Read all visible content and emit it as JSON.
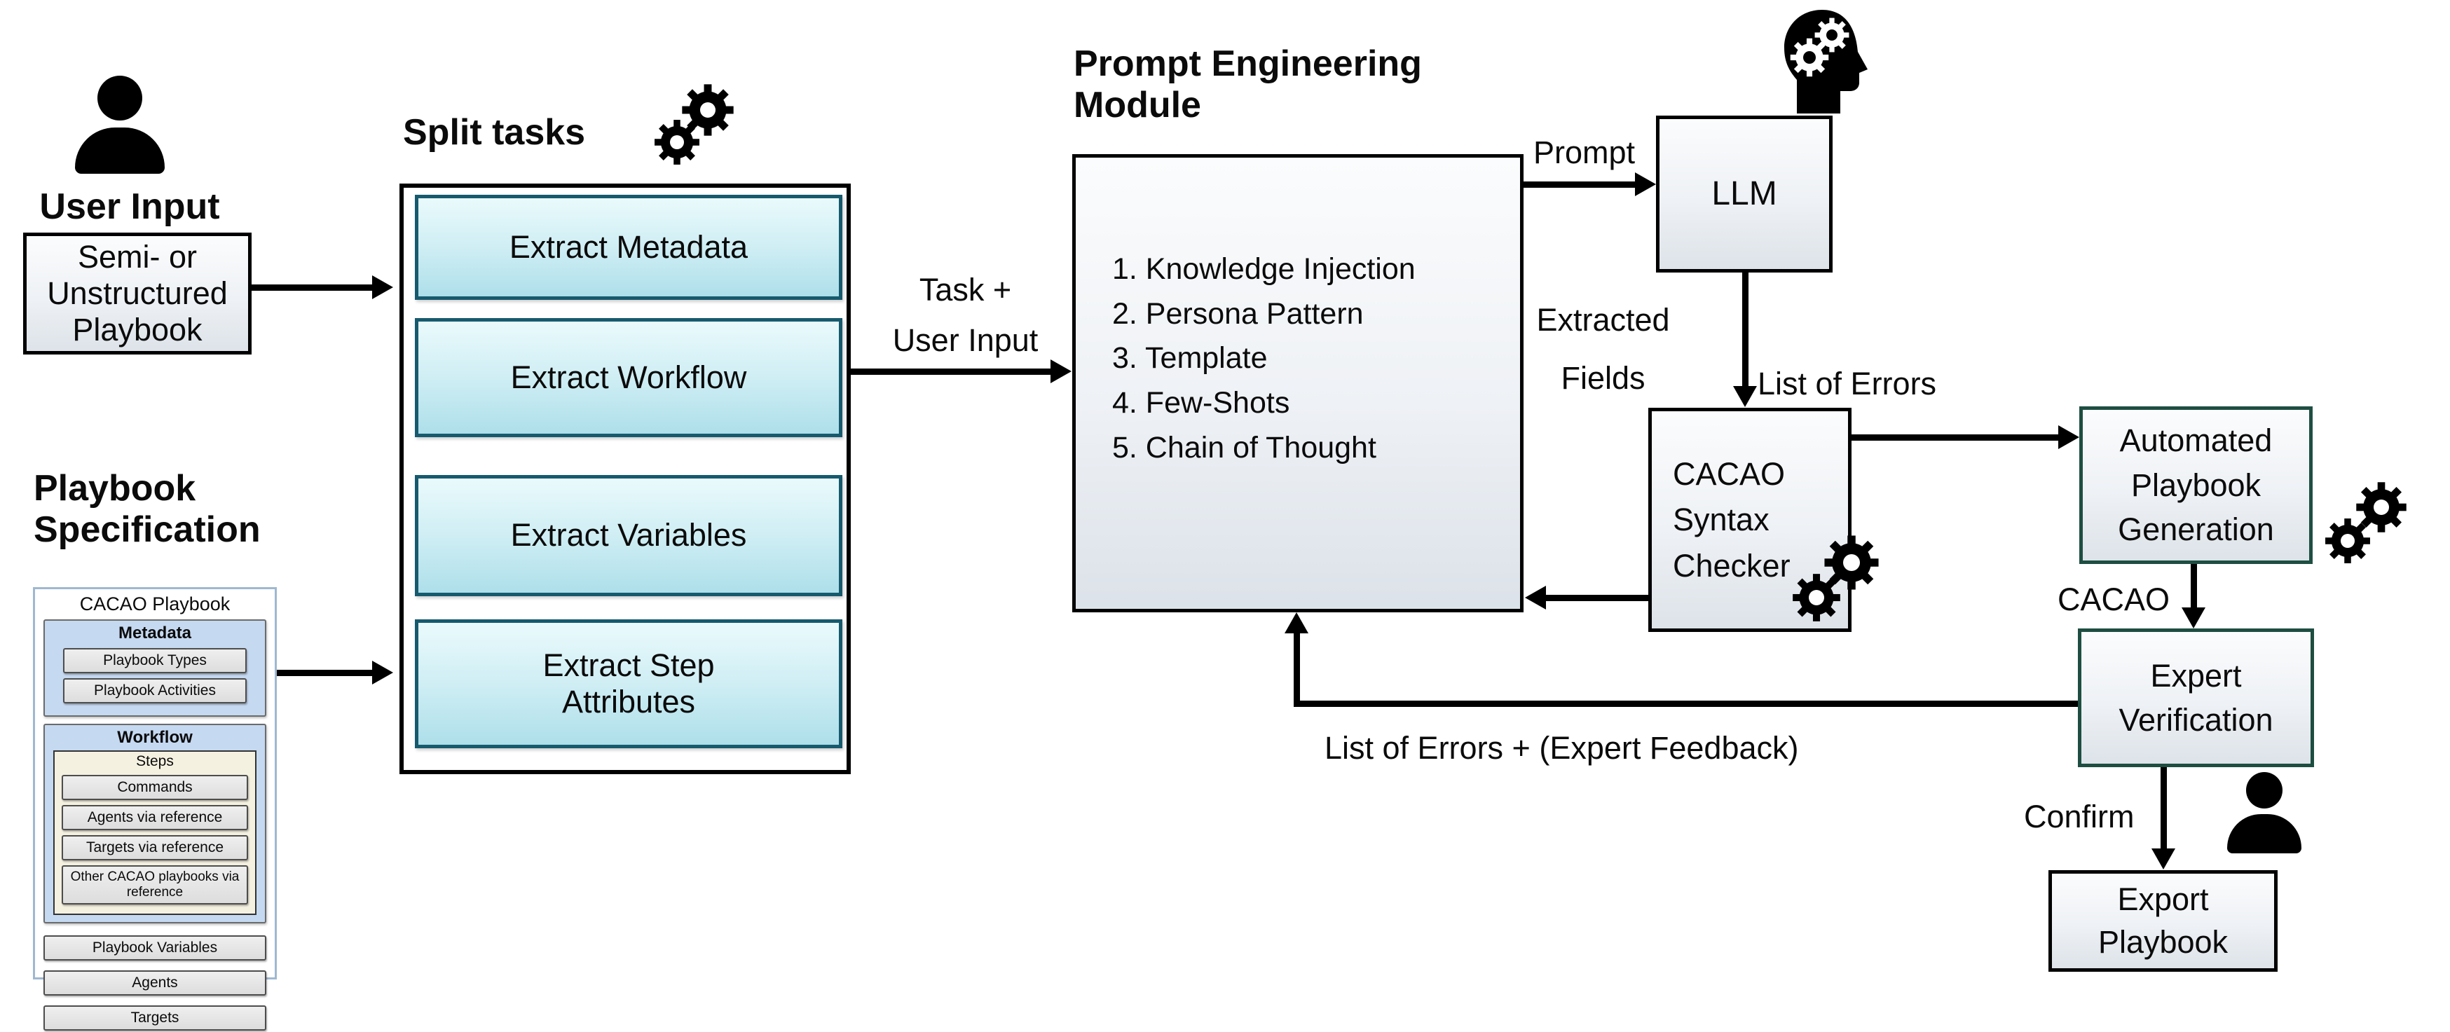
{
  "user_input": {
    "title": "User Input",
    "box_label": "Semi- or\nUnstructured\nPlaybook"
  },
  "playbook_spec": {
    "title": "Playbook\nSpecification",
    "panel_title": "CACAO Playbook",
    "metadata": {
      "title": "Metadata",
      "items": [
        "Playbook Types",
        "Playbook Activities"
      ]
    },
    "workflow": {
      "title": "Workflow",
      "steps_title": "Steps",
      "steps_items": [
        "Commands",
        "Agents via reference",
        "Targets via reference",
        "Other CACAO playbooks via reference"
      ]
    },
    "bottom_items": [
      "Playbook Variables",
      "Agents",
      "Targets"
    ]
  },
  "split_tasks": {
    "title": "Split tasks",
    "tasks": [
      "Extract Metadata",
      "Extract Workflow",
      "Extract Variables",
      "Extract Step\nAttributes"
    ]
  },
  "pem": {
    "title": "Prompt Engineering\n Module",
    "items": [
      "1. Knowledge Injection",
      "2. Persona Pattern",
      "3. Template",
      "4. Few-Shots",
      "5. Chain of Thought"
    ]
  },
  "llm": {
    "label": "LLM"
  },
  "csc": {
    "label": "CACAO\nSyntax\nChecker"
  },
  "apg": {
    "label": "Automated\nPlaybook\nGeneration"
  },
  "ev": {
    "label": "Expert\nVerification"
  },
  "export_box": {
    "label": "Export\nPlaybook"
  },
  "arrow_labels": {
    "task_user": "Task +\nUser Input",
    "prompt": "Prompt",
    "extracted_fields": "Extracted\nFields",
    "list_of_errors": "List of Errors",
    "cacao": "CACAO",
    "feedback": "List of Errors + (Expert Feedback)",
    "confirm": "Confirm"
  },
  "icons": {
    "user": "person-icon",
    "expert": "person-icon",
    "split_gears": "gears-icon",
    "checker_gears": "gears-icon",
    "generation_gears": "gears-icon",
    "llm_head": "head-with-gears-icon"
  },
  "colors": {
    "teal_fill_top": "#eafafc",
    "teal_fill_bottom": "#aedfea",
    "teal_border": "#175a6e",
    "green_border": "#1e4e41",
    "box_fill_top": "#fbfcfd",
    "box_fill_bottom": "#dde3e9",
    "spec_section_blue": "#c5d9f1",
    "steps_cream": "#f5f1e1",
    "arrow_black": "#000000"
  }
}
